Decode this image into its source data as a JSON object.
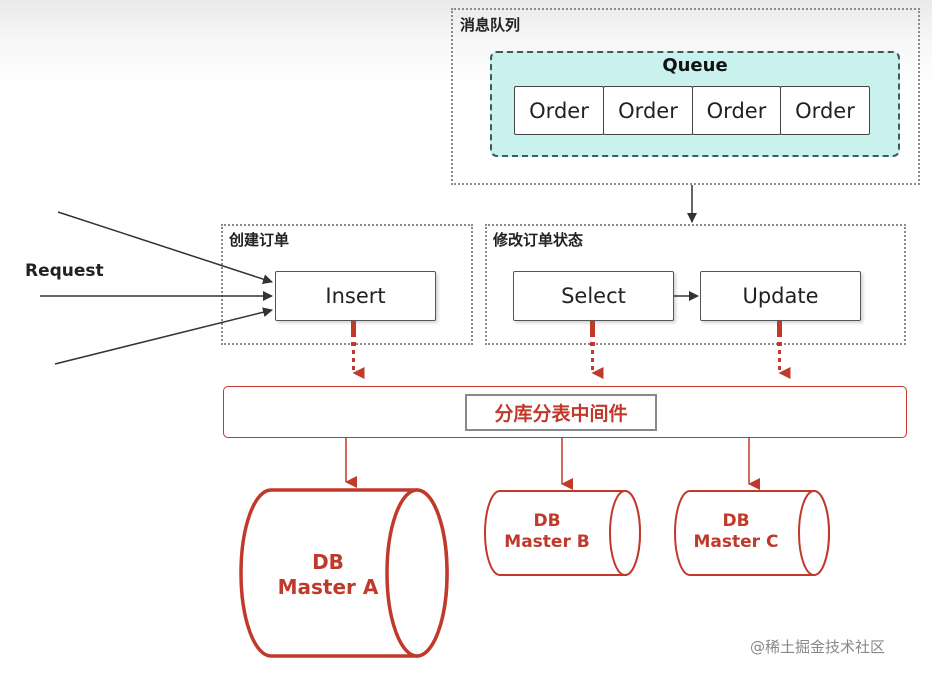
{
  "queue_group": {
    "label": "消息队列",
    "title": "Queue",
    "items": [
      "Order",
      "Order",
      "Order",
      "Order"
    ]
  },
  "create_group": {
    "label": "创建订单",
    "insert": "Insert"
  },
  "modify_group": {
    "label": "修改订单状态",
    "select": "Select",
    "update": "Update"
  },
  "request_label": "Request",
  "middleware_label": "分库分表中间件",
  "databases": [
    {
      "line1": "DB",
      "line2": "Master A"
    },
    {
      "line1": "DB",
      "line2": "Master B"
    },
    {
      "line1": "DB",
      "line2": "Master C"
    }
  ],
  "watermark": "@稀土掘金技术社区",
  "colors": {
    "accent_red": "#c0392b",
    "queue_fill": "#c9f2ef",
    "line_gray": "#444444"
  }
}
